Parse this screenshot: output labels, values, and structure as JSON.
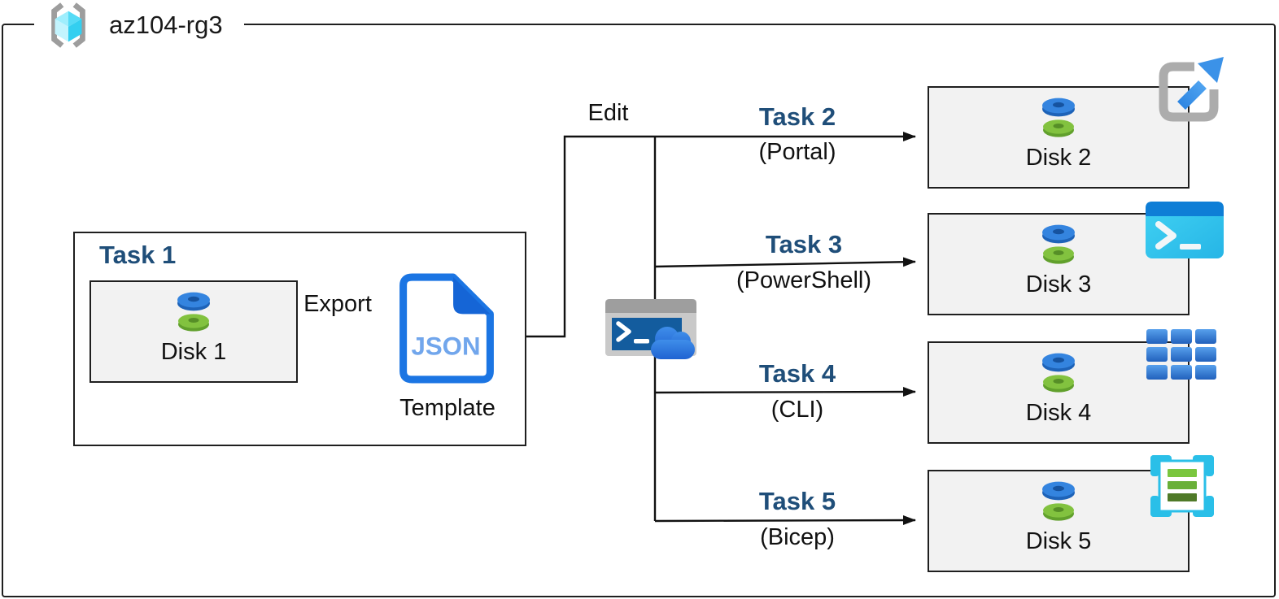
{
  "diagram": {
    "resource_group": "az104-rg3",
    "task1": {
      "title": "Task 1",
      "disk": "Disk 1",
      "export_label": "Export",
      "doc_text": "JSON",
      "template_label": "Template"
    },
    "edit_label": "Edit",
    "branches": [
      {
        "title": "Task 2",
        "method": "(Portal)",
        "disk": "Disk 2",
        "icon": "open-portal-icon"
      },
      {
        "title": "Task 3",
        "method": "(PowerShell)",
        "disk": "Disk 3",
        "icon": "powershell-icon"
      },
      {
        "title": "Task 4",
        "method": "(CLI)",
        "disk": "Disk 4",
        "icon": "cli-grid-icon"
      },
      {
        "title": "Task 5",
        "method": "(Bicep)",
        "disk": "Disk 5",
        "icon": "bicep-template-icon"
      }
    ],
    "icons": {
      "resource_group": "resource-group-icon",
      "managed_disk": "managed-disk-icon",
      "json_template": "json-template-icon",
      "cloud_shell": "cloud-shell-icon"
    },
    "colors": {
      "task_title": "#1F4E79",
      "box_fill": "#F2F2F2",
      "line": "#111111",
      "json_blue": "#1B75E3",
      "json_text_blue": "#71A6EC",
      "disk_blue": "#3484DF",
      "disk_green": "#82C23F",
      "azure_cyan": "#2ABFE8"
    }
  }
}
